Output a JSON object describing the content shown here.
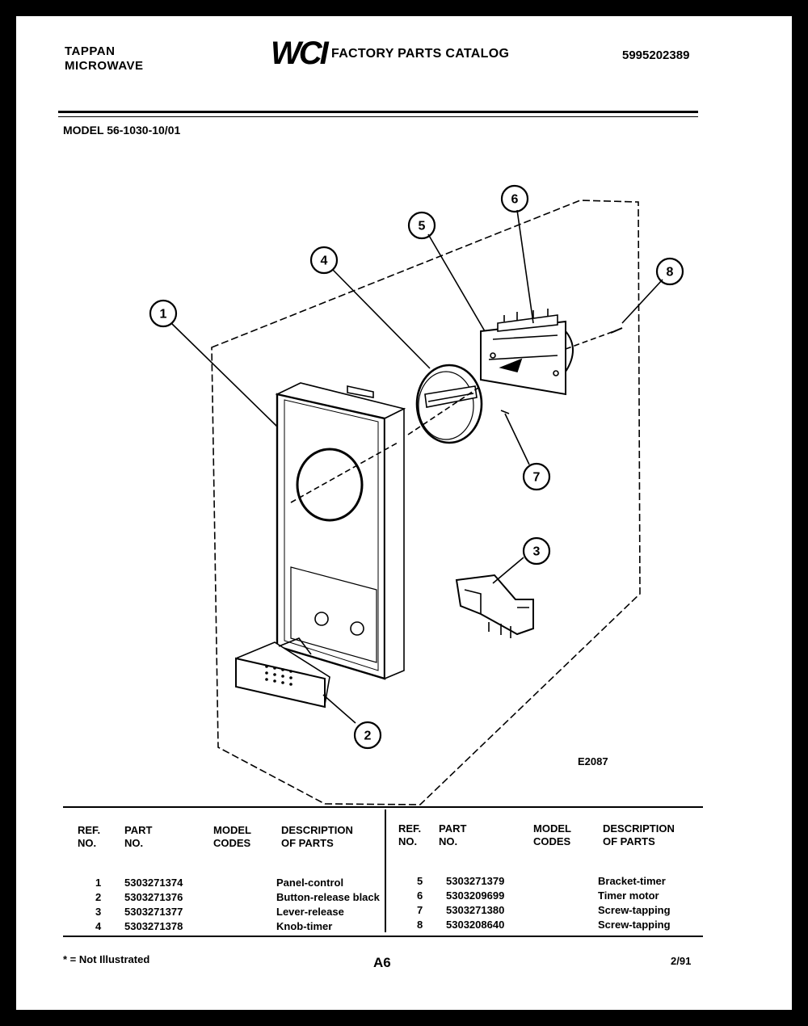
{
  "header": {
    "brand_line1": "TAPPAN",
    "brand_line2": "MICROWAVE",
    "logo": "WCI",
    "catalog_title": "FACTORY PARTS CATALOG",
    "doc_number": "5995202389"
  },
  "model": "MODEL 56-1030-10/01",
  "diagram": {
    "code": "E2087",
    "callouts": [
      "1",
      "2",
      "3",
      "4",
      "5",
      "6",
      "7",
      "8"
    ]
  },
  "table": {
    "headers": {
      "ref": [
        "REF.",
        "NO."
      ],
      "part": [
        "PART",
        "NO."
      ],
      "codes": [
        "MODEL",
        "CODES"
      ],
      "desc": [
        "DESCRIPTION",
        "OF PARTS"
      ]
    },
    "left_rows": [
      {
        "ref": "1",
        "part": "5303271374",
        "codes": "",
        "desc": "Panel-control"
      },
      {
        "ref": "2",
        "part": "5303271376",
        "codes": "",
        "desc": "Button-release black"
      },
      {
        "ref": "3",
        "part": "5303271377",
        "codes": "",
        "desc": "Lever-release"
      },
      {
        "ref": "4",
        "part": "5303271378",
        "codes": "",
        "desc": "Knob-timer"
      }
    ],
    "right_rows": [
      {
        "ref": "5",
        "part": "5303271379",
        "codes": "",
        "desc": "Bracket-timer"
      },
      {
        "ref": "6",
        "part": "5303209699",
        "codes": "",
        "desc": "Timer motor"
      },
      {
        "ref": "7",
        "part": "5303271380",
        "codes": "",
        "desc": "Screw-tapping"
      },
      {
        "ref": "8",
        "part": "5303208640",
        "codes": "",
        "desc": "Screw-tapping"
      }
    ]
  },
  "footer": {
    "note": "* = Not Illustrated",
    "page": "A6",
    "date": "2/91"
  }
}
